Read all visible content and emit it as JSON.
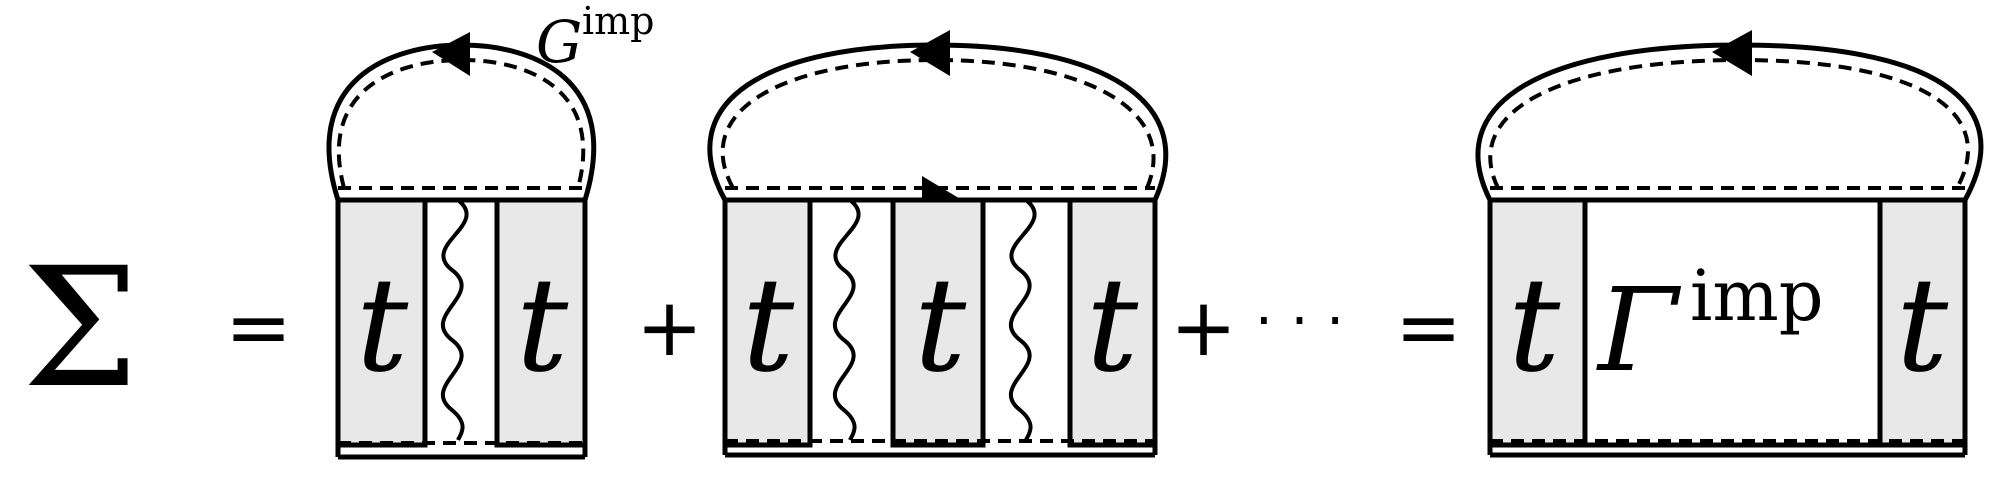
{
  "diagram": {
    "lhs_symbol": "Σ",
    "equals": "=",
    "plus": "+",
    "ellipsis": "· · ·",
    "t_label": "t",
    "propagator_label_base": "G",
    "propagator_label_sup": "imp",
    "vertex_label_base": "Γ",
    "vertex_label_sup": "imp"
  },
  "colors": {
    "line": "#000000",
    "box_fill": "#e8e8e8",
    "background": "#ffffff"
  }
}
